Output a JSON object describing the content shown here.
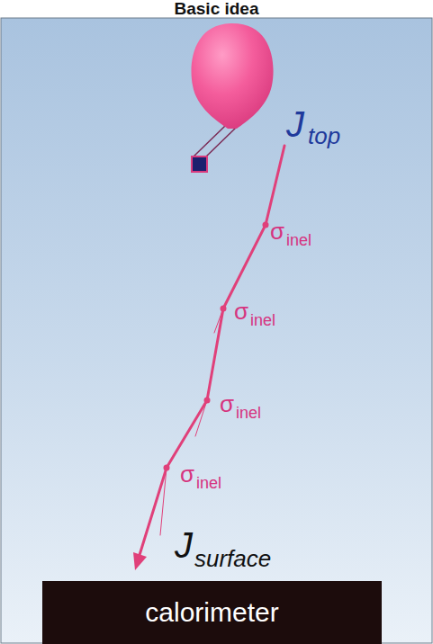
{
  "diagram": {
    "title": "Basic idea",
    "nodes": [
      {
        "text": [
          "calorimeter"
        ]
      }
    ],
    "labels": [
      "J",
      "top",
      "σ",
      "inel",
      "σ",
      "inel",
      "σ",
      "inel",
      "σ",
      "inel",
      "J",
      "surface"
    ]
  }
}
